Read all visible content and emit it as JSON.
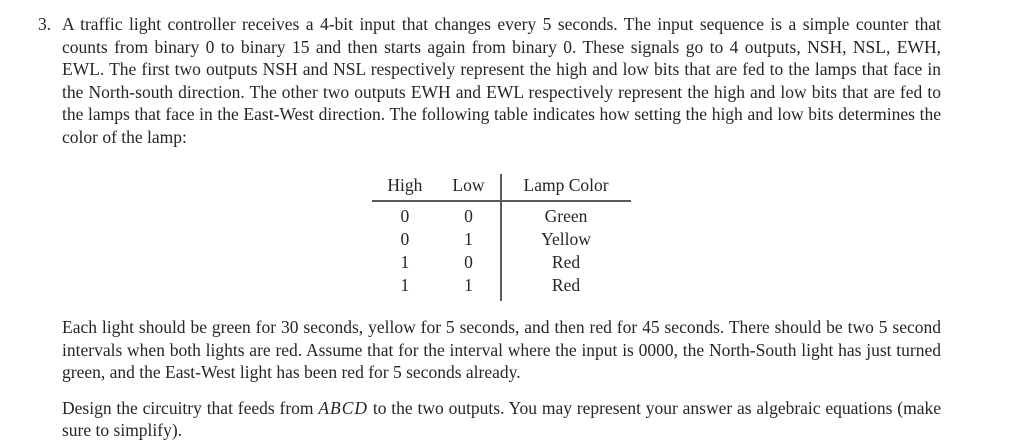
{
  "page": {
    "background": "#ffffff",
    "text_color": "#262626",
    "rule_color": "#5a5a5a"
  },
  "problem": {
    "number": "3.",
    "intro": "A traffic light controller receives a 4-bit input that changes every 5 seconds. The input sequence is a simple counter that counts from binary 0 to binary 15 and then starts again from binary 0. These signals go to 4 outputs, NSH, NSL, EWH, EWL. The first two outputs NSH and NSL respectively represent the high and low bits that are fed to the lamps that face in the North-south direction. The other two outputs EWH and EWL respectively represent the high and low bits that are fed to the lamps that face in the East-West direction. The following table indicates how setting the high and low bits determines the color of the lamp:",
    "table": {
      "headers": [
        "High",
        "Low",
        "Lamp Color"
      ],
      "rows": [
        [
          "0",
          "0",
          "Green"
        ],
        [
          "0",
          "1",
          "Yellow"
        ],
        [
          "1",
          "0",
          "Red"
        ],
        [
          "1",
          "1",
          "Red"
        ]
      ]
    },
    "timing_paragraph": "Each light should be green for 30 seconds, yellow for 5 seconds, and then red for 45 seconds. There should be two 5 second intervals when both lights are red. Assume that for the interval where the input is 0000, the North-South light has just turned green, and the East-West light has been red for 5 seconds already.",
    "design_paragraph": {
      "before_math": "Design the circuitry that feeds from ",
      "math": "ABCD",
      "after_math": " to the two outputs. You may represent your answer as algebraic equations (make sure to simplify)."
    }
  }
}
